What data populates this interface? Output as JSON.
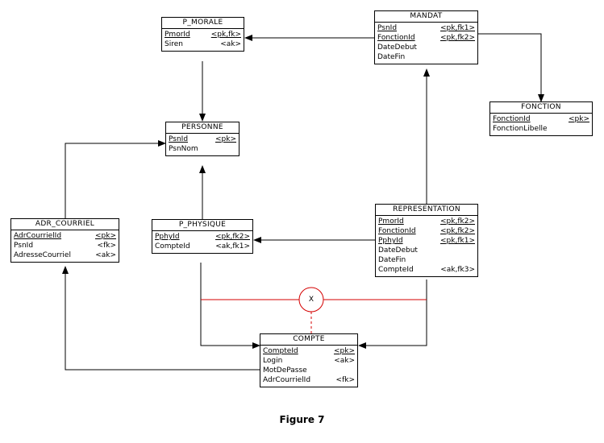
{
  "entities": {
    "p_morale": {
      "title": "P_MORALE",
      "rows": [
        {
          "attr": "PmorId",
          "key": "<pk,fk>"
        },
        {
          "attr": "Siren",
          "key": "<ak>"
        }
      ]
    },
    "mandat": {
      "title": "MANDAT",
      "rows": [
        {
          "attr": "PsnId",
          "key": "<pk,fk1>"
        },
        {
          "attr": "FonctionId",
          "key": "<pk,fk2>"
        },
        {
          "attr": "DateDebut",
          "key": ""
        },
        {
          "attr": "DateFin",
          "key": ""
        }
      ]
    },
    "fonction": {
      "title": "FONCTION",
      "rows": [
        {
          "attr": "FonctionId",
          "key": "<pk>"
        },
        {
          "attr": "FonctionLibelle",
          "key": ""
        }
      ]
    },
    "personne": {
      "title": "PERSONNE",
      "rows": [
        {
          "attr": "PsnId",
          "key": "<pk>"
        },
        {
          "attr": "PsnNom",
          "key": ""
        }
      ]
    },
    "adr_courriel": {
      "title": "ADR_COURRIEL",
      "rows": [
        {
          "attr": "AdrCourrielId",
          "key": "<pk>"
        },
        {
          "attr": "PsnId",
          "key": "<fk>"
        },
        {
          "attr": "AdresseCourriel",
          "key": "<ak>"
        }
      ]
    },
    "p_physique": {
      "title": "P_PHYSIQUE",
      "rows": [
        {
          "attr": "PphyId",
          "key": "<pk,fk2>"
        },
        {
          "attr": "CompteId",
          "key": "<ak,fk1>"
        }
      ]
    },
    "representation": {
      "title": "REPRESENTATION",
      "rows": [
        {
          "attr": "PmorId",
          "key": "<pk,fk2>"
        },
        {
          "attr": "FonctionId",
          "key": "<pk,fk2>"
        },
        {
          "attr": "PphyId",
          "key": "<pk,fk1>"
        },
        {
          "attr": "DateDebut",
          "key": ""
        },
        {
          "attr": "DateFin",
          "key": ""
        },
        {
          "attr": "CompteId",
          "key": "<ak,fk3>"
        }
      ]
    },
    "compte": {
      "title": "COMPTE",
      "rows": [
        {
          "attr": "CompteId",
          "key": "<pk>"
        },
        {
          "attr": "Login",
          "key": "<ak>"
        },
        {
          "attr": "MotDePasse",
          "key": ""
        },
        {
          "attr": "AdrCourrielId",
          "key": "<fk>"
        }
      ]
    }
  },
  "exclusion_symbol": "X",
  "caption": "Figure 7",
  "colors": {
    "line": "#000000",
    "exclusion": "#d40000"
  }
}
